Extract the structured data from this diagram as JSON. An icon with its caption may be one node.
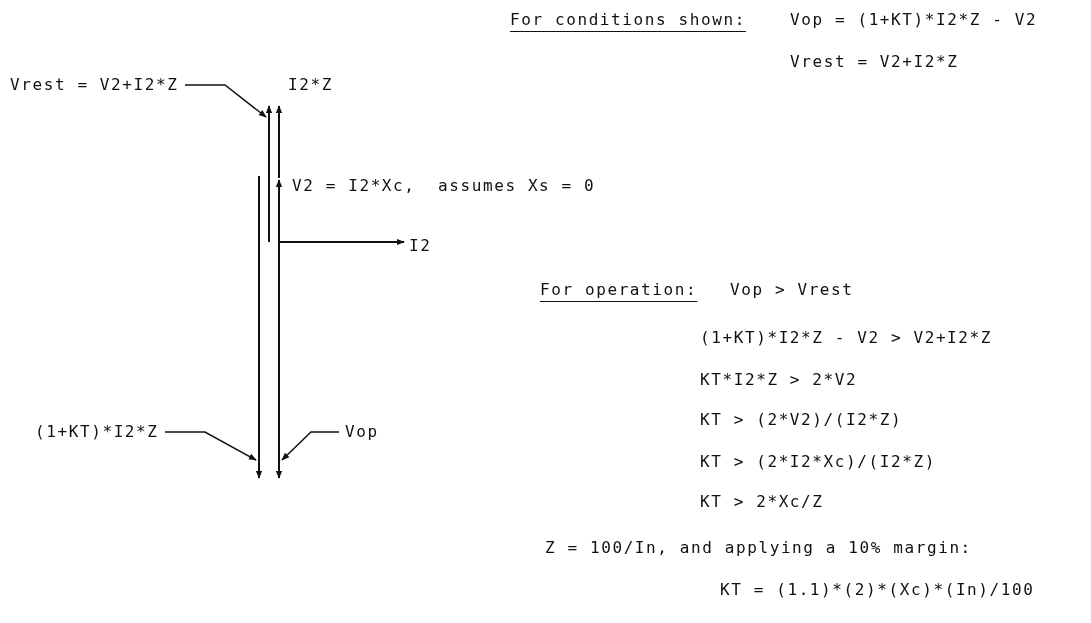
{
  "diagram": {
    "nodes": [
      {
        "text": [
          "Vrest = V2+I2*Z"
        ]
      },
      {
        "text": [
          "(1+KT)*I2*Z"
        ]
      },
      {
        "text": [
          "Vop"
        ]
      },
      {
        "text": [],
        "shape": "arrow"
      },
      {
        "text": [],
        "shape": "arrow"
      },
      {
        "text": [],
        "shape": "arrow"
      }
    ],
    "edges": [
      {
        "from": 0,
        "to": 3,
        "arrow": "to"
      },
      {
        "from": 1,
        "to": 4,
        "arrow": "to"
      },
      {
        "from": 2,
        "to": 5,
        "arrow": "to"
      }
    ],
    "labels": [
      "For conditions shown:",
      "Vop = (1+KT)*I2*Z - V2",
      "Vrest = V2+I2*Z",
      "I2*Z",
      "V2 = I2*Xc,  assumes Xs = 0",
      "I2",
      "For operation:",
      "Vop > Vrest",
      "(1+KT)*I2*Z - V2 > V2+I2*Z",
      "KT*I2*Z > 2*V2",
      "KT > (2*V2)/(I2*Z)",
      "KT > (2*I2*Xc)/(I2*Z)",
      "KT > 2*Xc/Z",
      "Z = 100/In, and applying a 10% margin:",
      "KT = (1.1)*(2)*(Xc)*(In)/100"
    ]
  }
}
